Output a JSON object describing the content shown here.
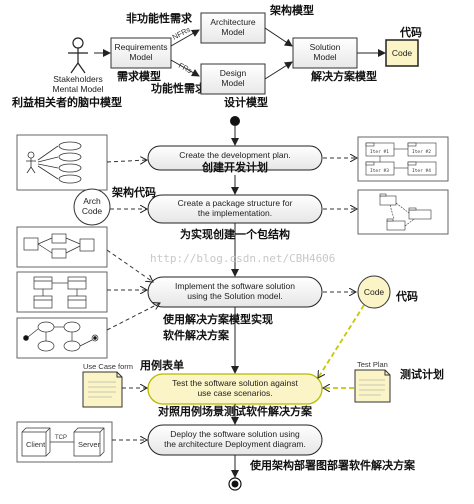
{
  "top": {
    "stakeholder": "Stakeholders\nMental Model",
    "stakeholder_cn": "利益相关者的脑中模型",
    "requirements": "Requirements\nModel",
    "requirements_cn": "需求模型",
    "architecture": "Architecture\nModel",
    "architecture_cn": "架构模型",
    "design": "Design\nModel",
    "design_cn": "设计模型",
    "solution": "Solution\nModel",
    "solution_cn": "解决方案模型",
    "code": "Code",
    "code_cn": "代码",
    "nfrs_label": "NFRs",
    "frs_label": "FRs",
    "nfr_cn": "非功能性需求",
    "fr_cn": "功能性需求"
  },
  "flow": {
    "step1": "Create the development plan.",
    "step1_cn": "创建开发计划",
    "step2": "Create a package structure for\nthe implementation.",
    "step2_cn": "为实现创建一个包结构",
    "step3": "Implement the software solution\nusing the Solution model.",
    "step3_cn": "使用解决方案模型实现\n软件解决方案",
    "step4": "Test the software solution against\nuse case scenarios.",
    "step4_cn": "对照用例场景测试软件解决方案",
    "step5": "Deploy the software solution using\nthe architecture Deployment diagram.",
    "step5_cn": "使用架构部署图部署软件解决方案"
  },
  "side": {
    "arch_code": "Arch\nCode",
    "arch_code_cn": "架构代码",
    "code": "Code",
    "code_cn": "代码",
    "use_case_form": "Use Case form",
    "use_case_form_cn": "用例表单",
    "test_plan": "Test Plan",
    "test_plan_cn": "测试计划",
    "iter1": "Iter #1",
    "iter2": "Iter #2",
    "iter3": "Iter #3",
    "iter4": "Iter #4",
    "client": "Client",
    "server": "Server",
    "tcp": "TCP"
  },
  "watermark": "http://blog.csdn.net/CBH4606",
  "colors": {
    "code_fill": "#fbf4c6",
    "test_fill": "#fbf4c6",
    "test_border": "#c8c800",
    "step_fill": "#f4f4f4",
    "line": "#333333"
  }
}
